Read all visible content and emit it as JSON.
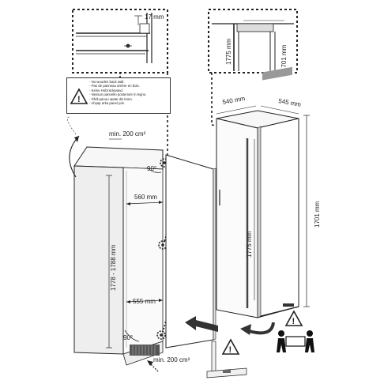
{
  "dimensions": {
    "top_gap": "17 mm",
    "top_detail_1775": "1775 mm",
    "top_detail_1701": "1701 mm",
    "width_540": "540 mm",
    "depth_545": "545 mm",
    "height_1701": "1701 mm",
    "height_1775": "1775 mm",
    "niche_height": "1778 - 1788 mm",
    "niche_width_560": "560 mm",
    "niche_width_555": "555 mm",
    "vent_top": "min. 200 cm²",
    "vent_bottom": "min. 200 cm²",
    "angle_top": "90°",
    "angle_bottom": "90°"
  },
  "warning_notes": [
    "- No wooden back wall.",
    "- Pas de panneau arrière en bois.",
    "- Keine Holzrückwand.",
    "- Nessun pannello posteriore in legno.",
    "- Fără panou spate din lemn.",
    "- Ahşap arka panel yok."
  ],
  "icons": {
    "warning": "warning-triangle-icon",
    "two_person_lift": "two-person-lift-icon",
    "move_arrow": "arrow-left-icon",
    "rotate_arrow": "curved-arrow-icon"
  }
}
